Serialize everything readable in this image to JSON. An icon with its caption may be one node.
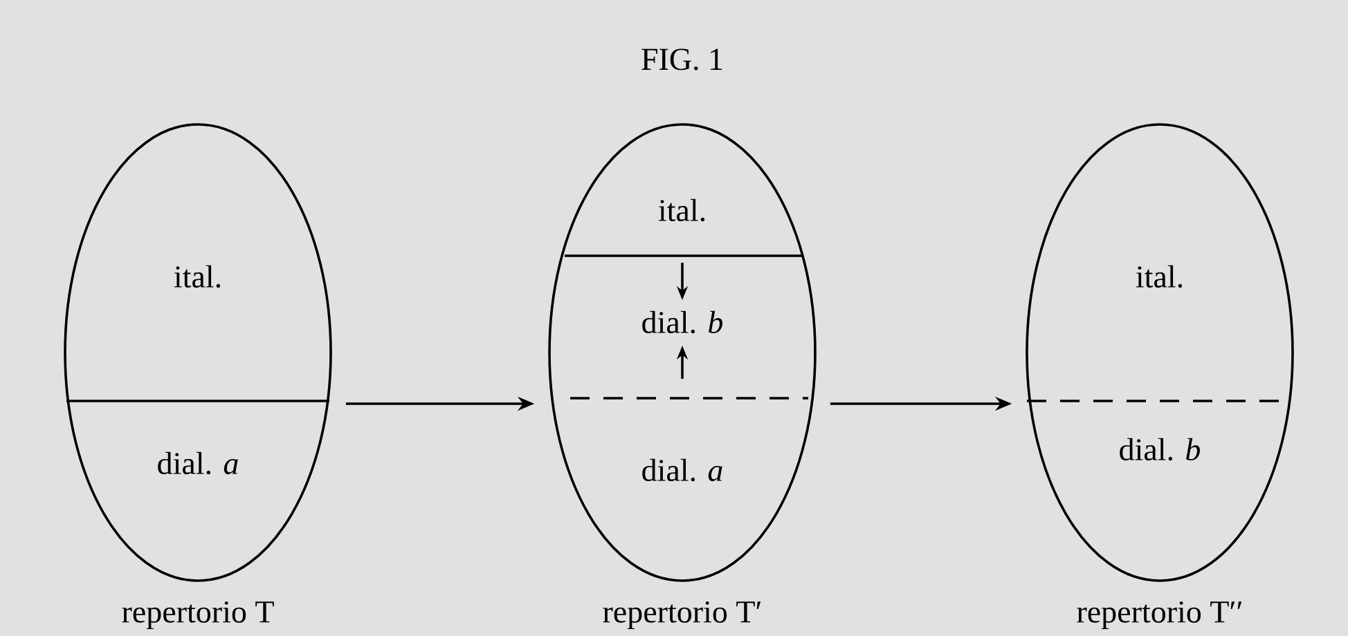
{
  "diagram": {
    "title": "FIG. 1",
    "nodes": [
      {
        "text": [
          "ital.",
          "dial. *a*"
        ],
        "beside": [
          "repertorio T"
        ]
      },
      {
        "text": [
          "ital.",
          "dial. *b*",
          "dial. *a*"
        ],
        "beside": [
          "repertorio T′"
        ]
      },
      {
        "text": [
          "ital.",
          "dial. *b*"
        ],
        "beside": [
          "repertorio T′′"
        ]
      }
    ],
    "edges": [
      {
        "from": 0,
        "to": 1,
        "arrow": "to"
      },
      {
        "from": 1,
        "to": 2,
        "arrow": "to"
      }
    ]
  }
}
